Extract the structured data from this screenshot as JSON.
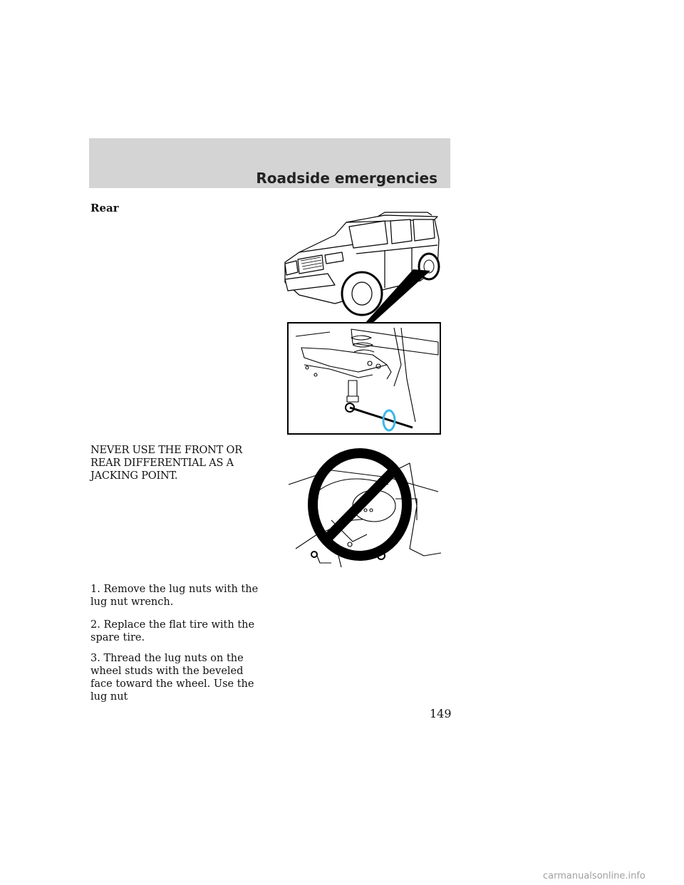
{
  "header": {
    "title": "Roadside emergencies"
  },
  "section": {
    "subheading": "Rear"
  },
  "warning": {
    "text": "NEVER USE THE FRONT OR REAR DIFFERENTIAL AS A JACKING POINT."
  },
  "steps": [
    "1. Remove the lug nuts with the lug nut wrench.",
    "2. Replace the flat tire with the spare tire.",
    "3. Thread the lug nuts on the wheel studs with the beveled face toward the wheel. Use the lug nut"
  ],
  "page": {
    "number": "149"
  },
  "footer": {
    "site": "carmanualsonline.info"
  },
  "figures": {
    "vehicle": "suv-illustration",
    "jack_detail": "rear-axle-jack-position-illustration",
    "prohibited": "no-jack-differential-icon"
  },
  "colors": {
    "header_band": "#d4d4d4",
    "highlight": "#3ab7e8",
    "prohibited_mark": "#000000"
  }
}
